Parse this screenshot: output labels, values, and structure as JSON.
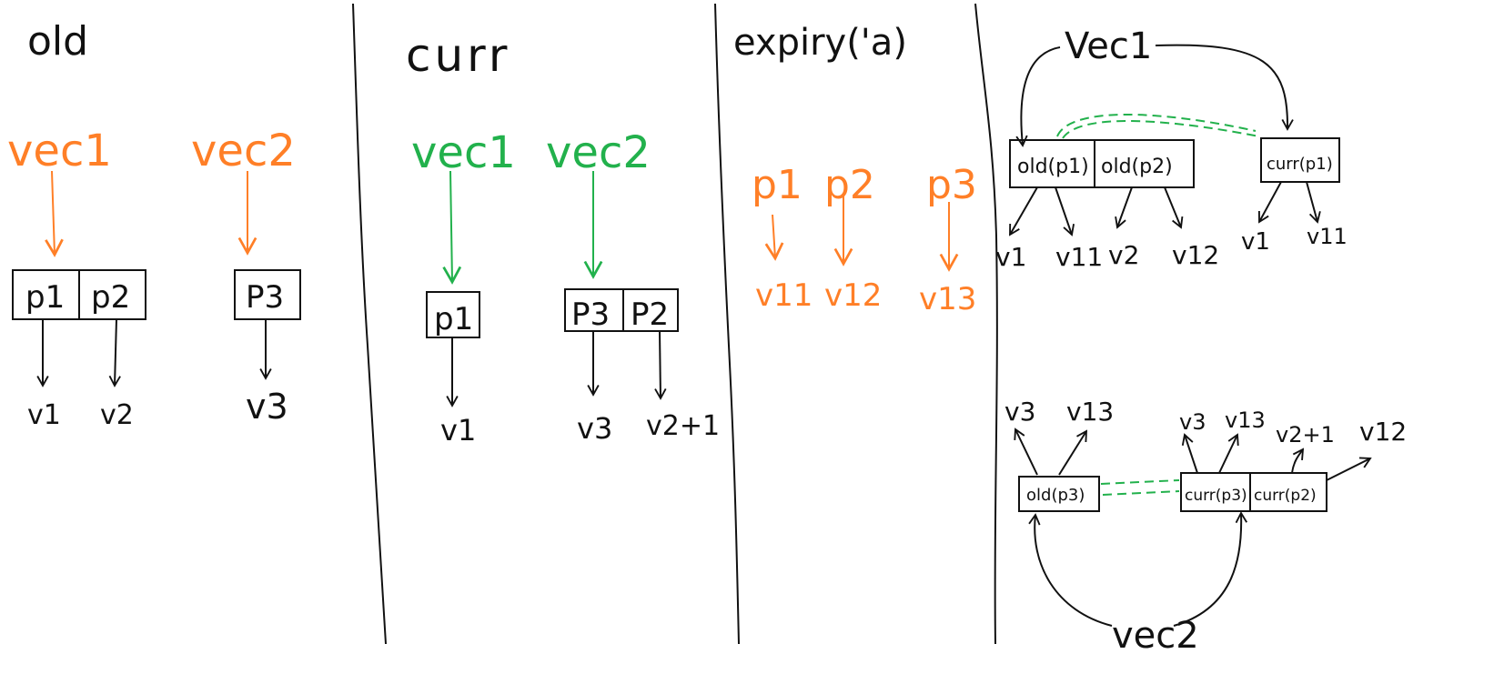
{
  "colors": {
    "ink": "#111111",
    "orange": "#ff7f27",
    "green": "#22b14c",
    "background": "#ffffff"
  },
  "panels": {
    "old": {
      "title": "old",
      "vec1_label": "vec1",
      "vec2_label": "vec2",
      "cells": [
        "p1",
        "p2",
        "P3"
      ],
      "values": [
        "v1",
        "v2",
        "v3"
      ]
    },
    "curr": {
      "title": "curr",
      "vec1_label": "vec1",
      "vec2_label": "vec2",
      "cells": [
        "p1",
        "P3",
        "P2"
      ],
      "values": [
        "v1",
        "v3",
        "v2+1"
      ]
    },
    "expiry": {
      "title": "expiry('a)",
      "keys": [
        "p1",
        "p2",
        "p3"
      ],
      "values": [
        "v11",
        "v12",
        "v13"
      ]
    },
    "merged": {
      "top": {
        "label": "Vec1",
        "cells": [
          "old(p1)",
          "old(p2)",
          "curr(p1)"
        ],
        "values": [
          "v1",
          "v11",
          "v2",
          "v12",
          "v1",
          "v11"
        ]
      },
      "bottom": {
        "label": "vec2",
        "cells": [
          "old(p3)",
          "curr(p3)",
          "curr(p2)"
        ],
        "values": [
          "v3",
          "v13",
          "v3",
          "v13",
          "v2+1",
          "v12"
        ]
      }
    }
  }
}
